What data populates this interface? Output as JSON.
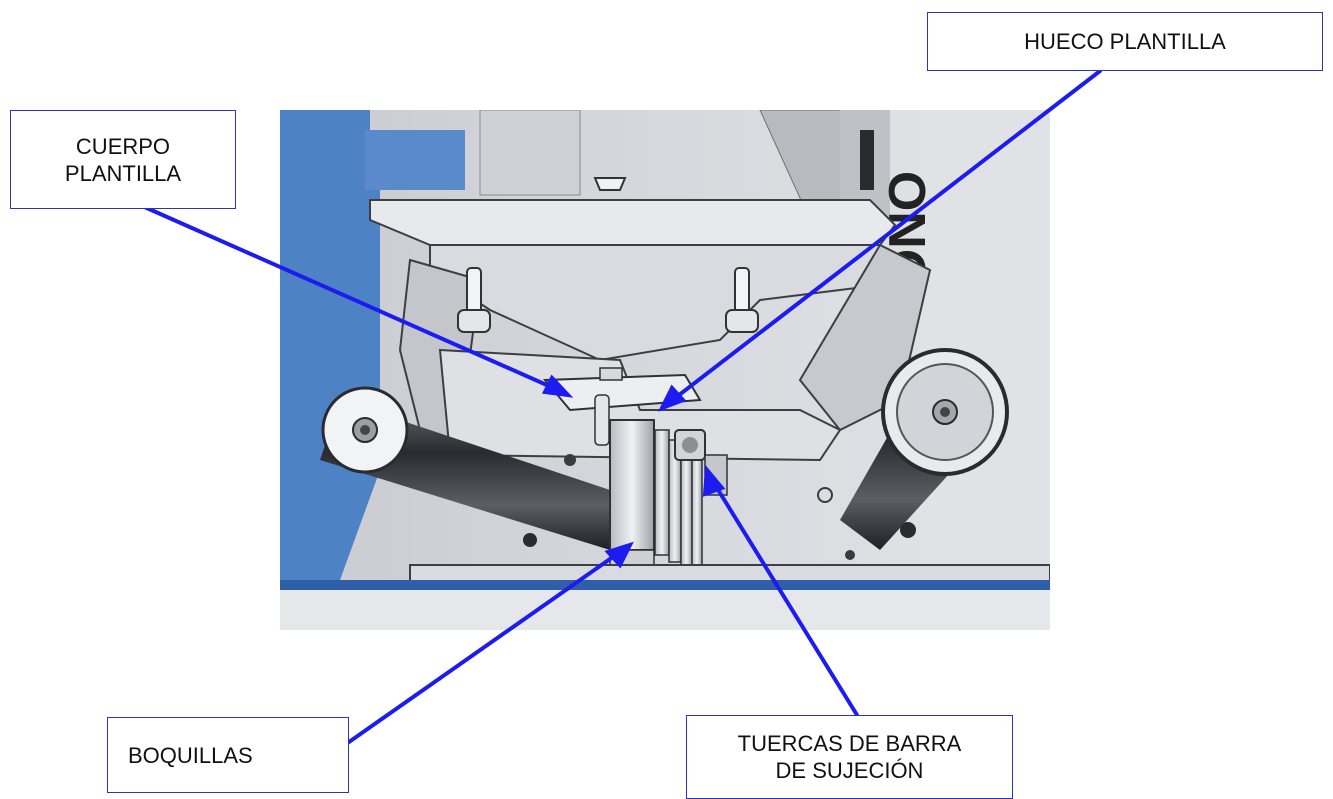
{
  "callouts": {
    "cuerpo_plantilla": "CUERPO\nPLANTILLA",
    "hueco_plantilla": "HUECO PLANTILLA",
    "boquillas": "BOQUILLAS",
    "tuercas": "TUERCAS DE BARRA\nDE SUJECIÓN"
  },
  "photo": {
    "side_lettering": "ONO"
  },
  "colors": {
    "leader_line": "#1c1cf0",
    "callout_border": "#2d33c8",
    "side_panel": "#4d82c4",
    "machine_metal": "#d4d6dc",
    "machine_dark": "#3c3e44"
  }
}
